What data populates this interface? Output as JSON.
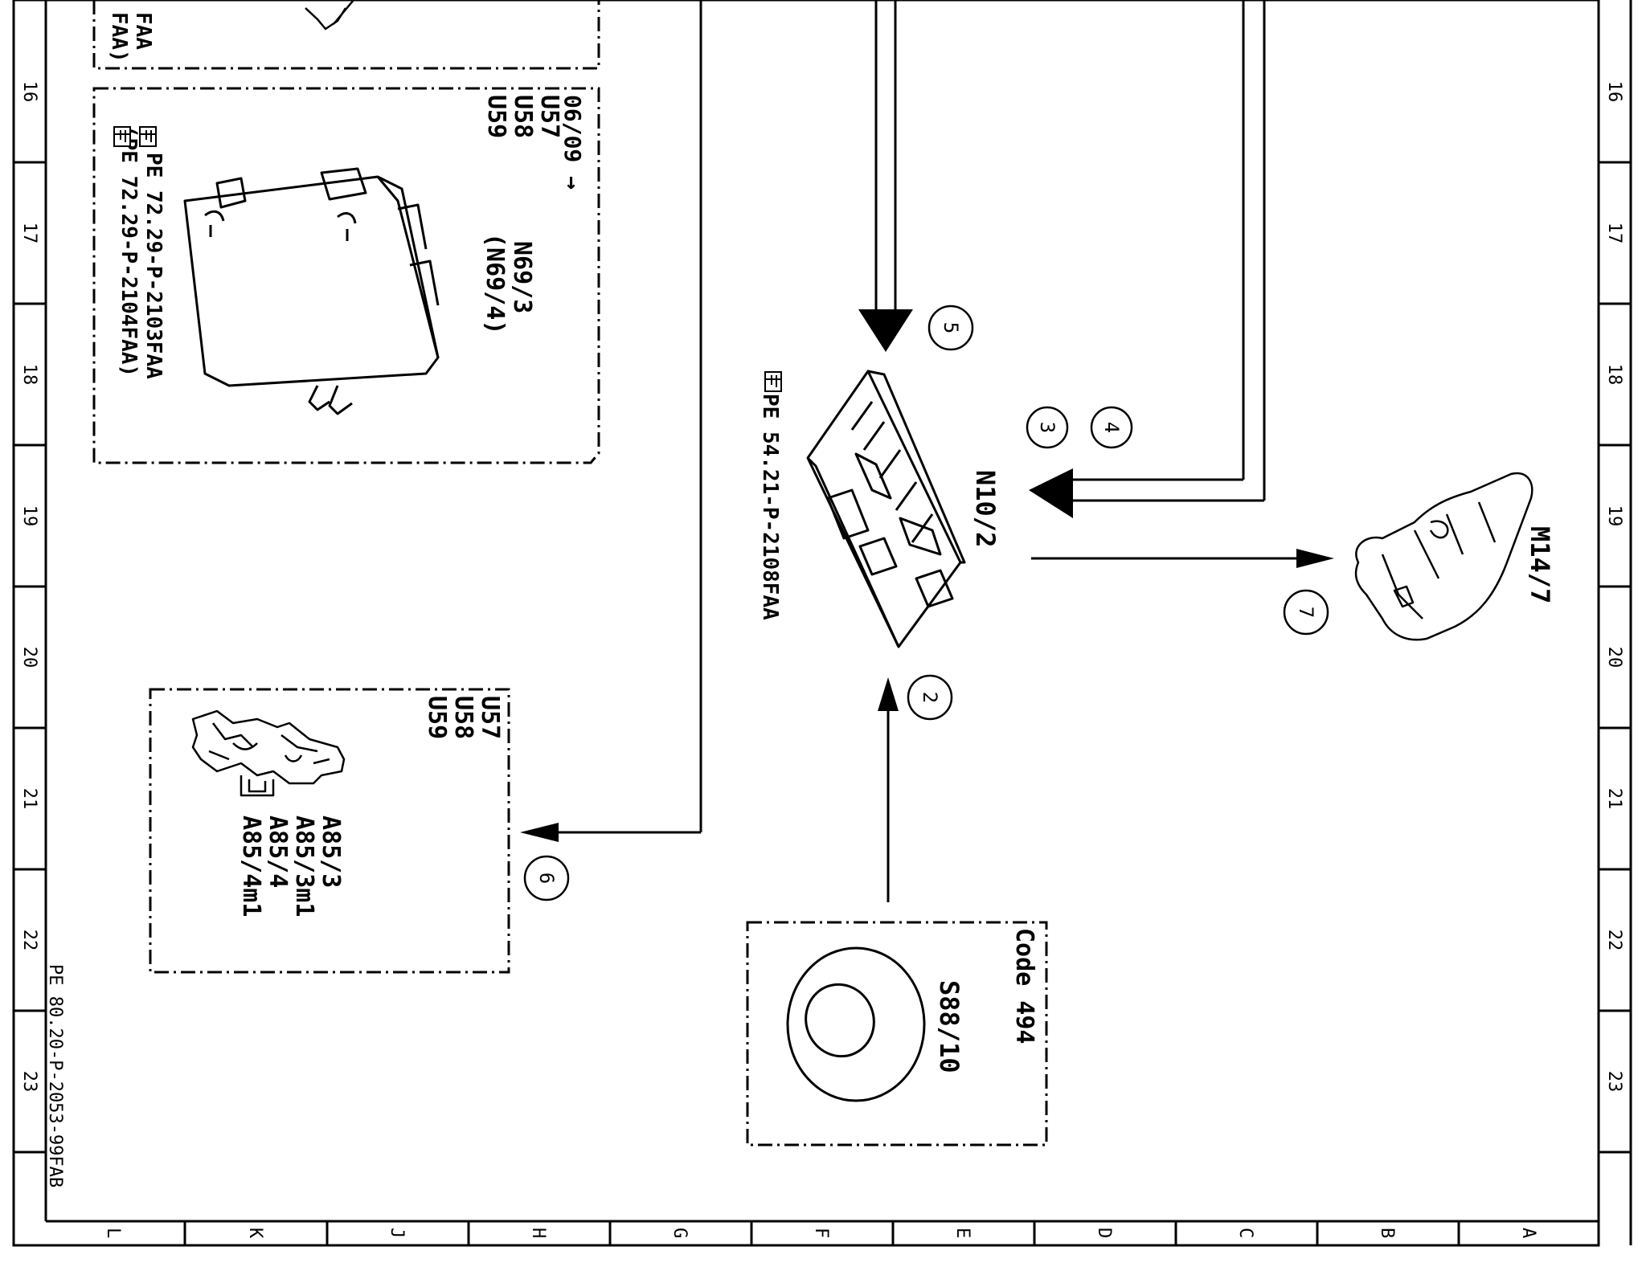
{
  "document_ref": "PE 80.20-P-2053-99FAB",
  "grid": {
    "columns": [
      "L",
      "K",
      "J",
      "H",
      "G",
      "F",
      "E",
      "D",
      "C",
      "B",
      "A"
    ],
    "rows": [
      "16",
      "17",
      "18",
      "19",
      "20",
      "21",
      "22",
      "23"
    ]
  },
  "components": {
    "top_left_fragment": {
      "lines": [
        "FAA",
        "FAA)"
      ]
    },
    "control_unit_box": {
      "date_note": "06/09 →",
      "variants": [
        "U57",
        "U58",
        "U59"
      ],
      "part": "N69/3",
      "part_alt": "(N69/4)",
      "refs": [
        "PE 72.29-P-2103FAA",
        "(PE 72.29-P-2104FAA)"
      ]
    },
    "lock_box": {
      "variants": [
        "U57",
        "U58",
        "U59"
      ],
      "parts": [
        "A85/3",
        "A85/3m1",
        "A85/4",
        "A85/4m1"
      ]
    },
    "center_unit": {
      "part": "N10/2",
      "ref": "PE 54.21-P-2108FAA"
    },
    "motor": {
      "part": "M14/7"
    },
    "switch_box": {
      "code": "Code 494",
      "part": "S88/10"
    }
  },
  "connections": {
    "c2": "2",
    "c3": "3",
    "c4": "4",
    "c5": "5",
    "c6": "6",
    "c7": "7"
  },
  "icons": [
    "pointing-hand-reference-icon"
  ]
}
